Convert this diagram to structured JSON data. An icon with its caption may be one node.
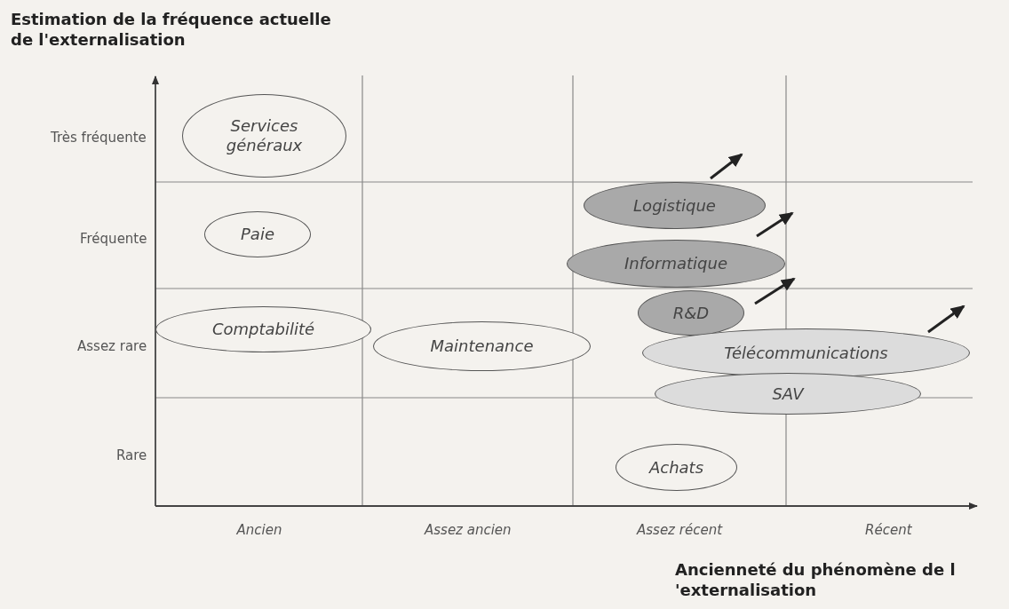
{
  "diagram": {
    "nodes": [
      {
        "text": [
          "Services généraux"
        ]
      },
      {
        "text": [
          "Paie"
        ]
      },
      {
        "text": [
          "Logistique"
        ]
      },
      {
        "text": [
          "Informatique"
        ]
      },
      {
        "text": [
          "R&D"
        ]
      },
      {
        "text": [
          "Comptabilité"
        ]
      },
      {
        "text": [
          "Maintenance"
        ]
      },
      {
        "text": [
          "Télécommunications"
        ]
      },
      {
        "text": [
          "SAV"
        ]
      },
      {
        "text": [
          "Achats"
        ]
      }
    ],
    "edges": [],
    "labels": [
      "Estimation de la fréquence actuelle de l'externalisation",
      "Très fréquente",
      "Fréquente",
      "Assez rare",
      "Rare",
      "Ancien",
      "Assez ancien",
      "Assez récent",
      "Récent",
      "Ancienneté du phénomène de l 'externalisation"
    ]
  }
}
